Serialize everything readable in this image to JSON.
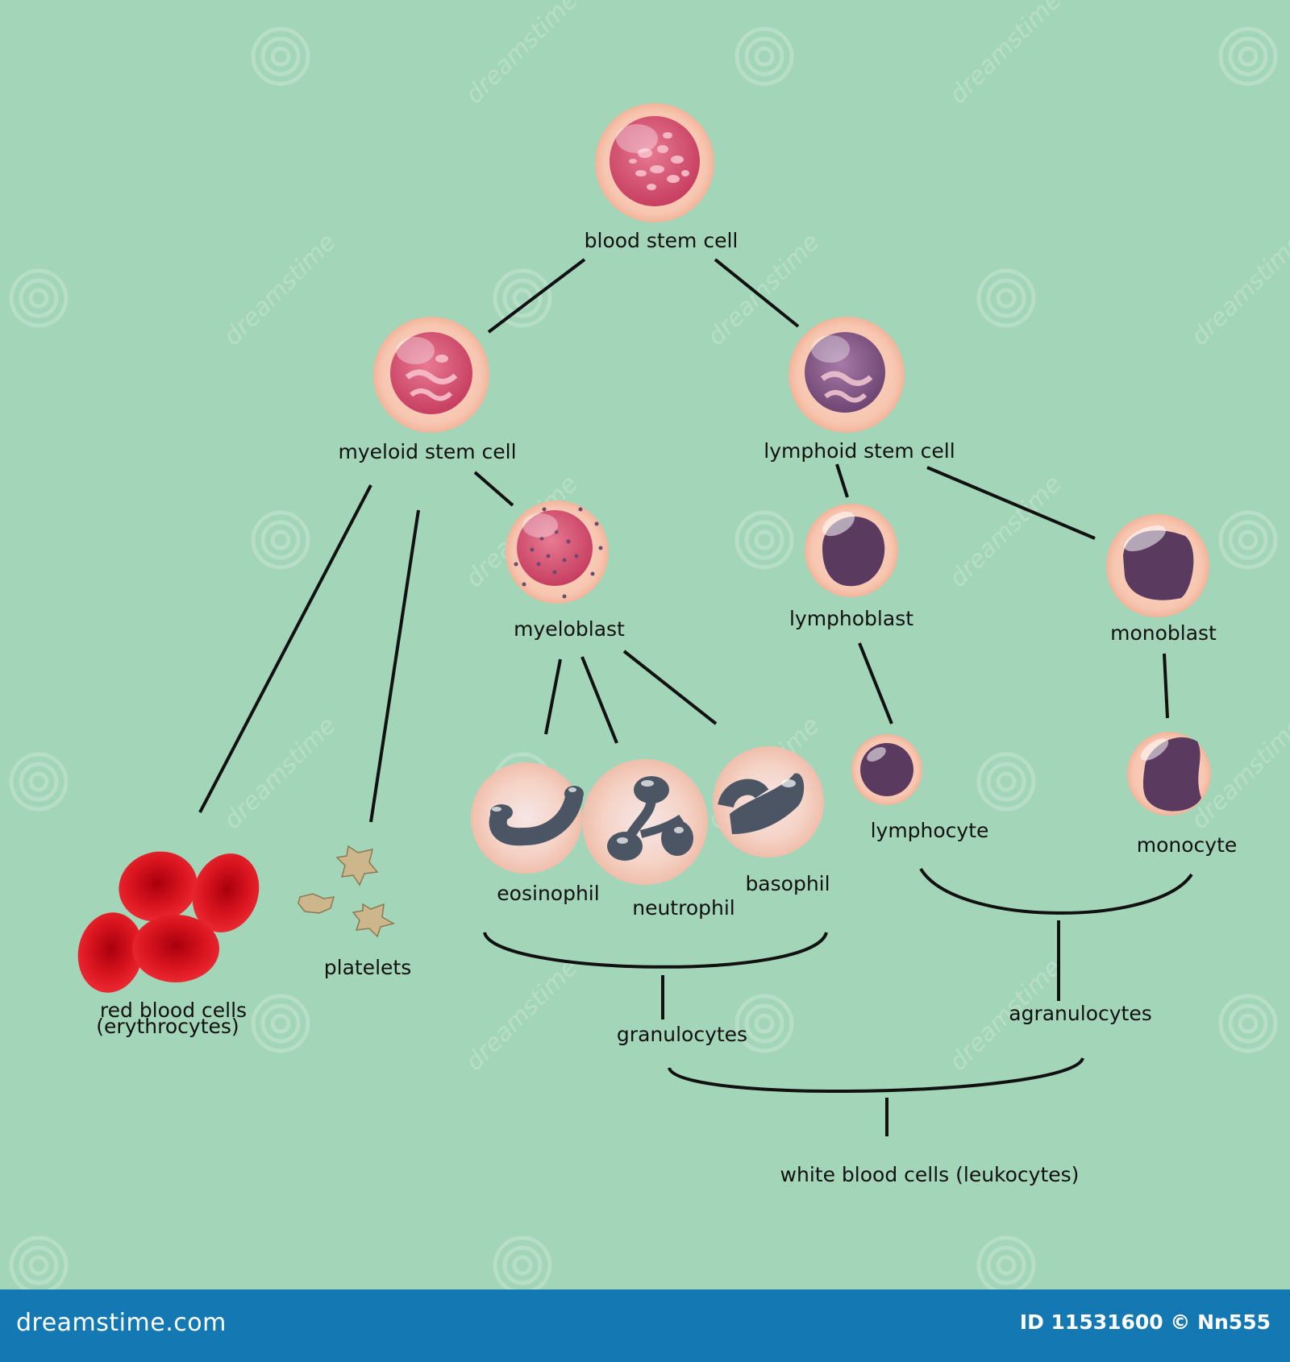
{
  "colors": {
    "background": "#a3d5b8",
    "footer": "#1479b3",
    "cell_membrane": "#f8cbb6",
    "stem_nucleus": "#d95a78",
    "lymphoid_nucleus": "#8a5b8b",
    "dark_nucleus": "#5a3a5e",
    "granulocyte_nucleus": "#4b5563",
    "red_blood_cell": "#d41420",
    "platelet": "#cdb58c"
  },
  "nodes": {
    "blood_stem_cell": "blood stem cell",
    "myeloid_stem_cell": "myeloid stem cell",
    "lymphoid_stem_cell": "lymphoid stem cell",
    "myeloblast": "myeloblast",
    "lymphoblast": "lymphoblast",
    "monoblast": "monoblast",
    "red_blood_cells_line1": "red blood cells",
    "red_blood_cells_line2": "(erythrocytes)",
    "platelets": "platelets",
    "eosinophil": "eosinophil",
    "neutrophil": "neutrophil",
    "basophil": "basophil",
    "lymphocyte": "lymphocyte",
    "monocyte": "monocyte",
    "granulocytes": "granulocytes",
    "agranulocytes": "agranulocytes",
    "white_blood_cells": "white blood cells (leukocytes)"
  },
  "watermark": {
    "text": "dreamstime"
  },
  "footer": {
    "brand": "dreamstime.com",
    "id": "ID 11531600 © Nn555"
  }
}
